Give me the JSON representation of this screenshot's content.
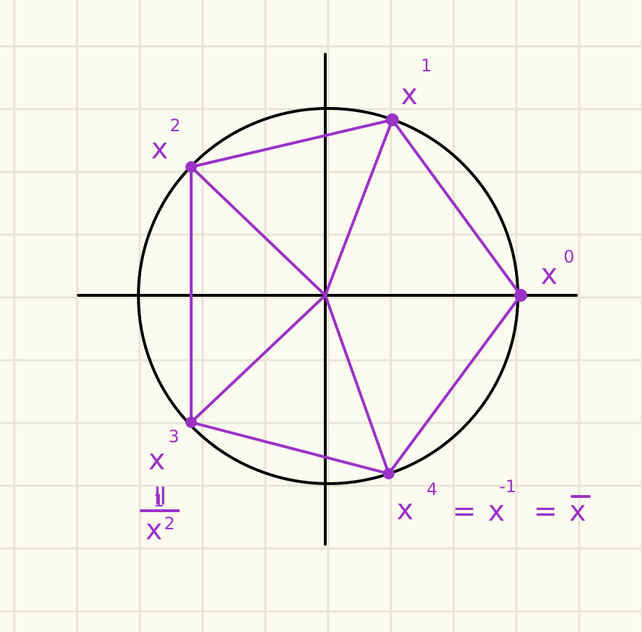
{
  "colors": {
    "background": "#fcfbef",
    "grid": "#e6e4d6",
    "axes": "#000000",
    "circle": "#000000",
    "polygon": "#9b32c6",
    "labels": "#9b32c6"
  },
  "labels": {
    "x0": {
      "base": "x",
      "exp": "0"
    },
    "x1": {
      "base": "x",
      "exp": "1"
    },
    "x2": {
      "base": "x",
      "exp": "2"
    },
    "x3": {
      "base": "x",
      "exp": "3",
      "eq": "=",
      "frac_num": "1",
      "frac_den_base": "x",
      "frac_den_exp": "2"
    },
    "x4": {
      "base": "x",
      "exp": "4",
      "eq1": "=",
      "inv_base": "x",
      "inv_exp": "-1",
      "eq2": "=",
      "conj": "x"
    }
  }
}
